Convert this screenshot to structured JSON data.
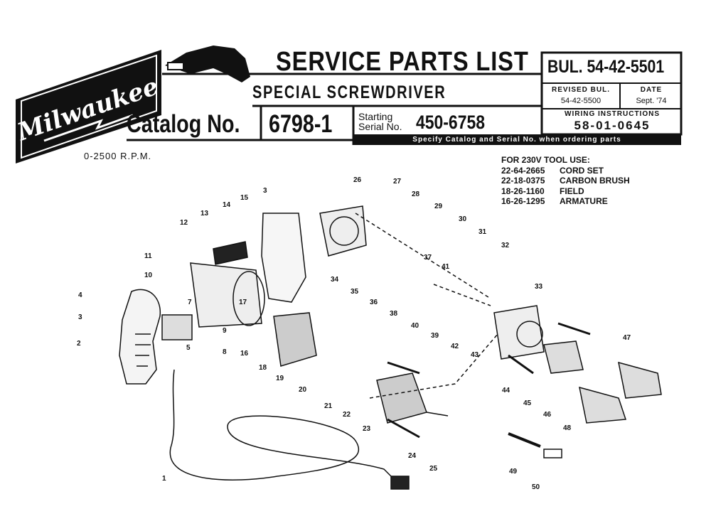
{
  "brand": "Milwaukee",
  "header": {
    "title": "SERVICE PARTS LIST",
    "subtitle": "SPECIAL SCREWDRIVER",
    "catalog_label": "Catalog No.",
    "catalog_number": "6798-1",
    "starting_label": "Starting",
    "serial_label": "Serial No.",
    "serial_number": "450-6758",
    "order_note": "Specify Catalog and Serial No. when ordering parts",
    "bulletin_label": "BUL.",
    "bulletin_number": "54-42-5501",
    "revised_label": "REVISED BUL.",
    "revised_number": "54-42-5500",
    "date_label": "DATE",
    "date_value": "Sept. '74",
    "wiring_label": "WIRING INSTRUCTIONS",
    "wiring_number": "58-01-0645"
  },
  "rpm": "0-2500 R.P.M.",
  "voltage_230": {
    "heading": "FOR 230V TOOL USE:",
    "parts": [
      {
        "number": "22-64-2665",
        "name": "CORD SET"
      },
      {
        "number": "22-18-0375",
        "name": "CARBON BRUSH"
      },
      {
        "number": "18-26-1160",
        "name": "FIELD"
      },
      {
        "number": "16-26-1295",
        "name": "ARMATURE"
      }
    ]
  },
  "callouts": [
    "1",
    "2",
    "3",
    "3",
    "4",
    "5",
    "7",
    "8",
    "9",
    "10",
    "11",
    "12",
    "13",
    "14",
    "15",
    "16",
    "17",
    "18",
    "19",
    "20",
    "21",
    "22",
    "23",
    "24",
    "25",
    "26",
    "27",
    "28",
    "29",
    "30",
    "31",
    "32",
    "33",
    "34",
    "35",
    "36",
    "37",
    "38",
    "39",
    "40",
    "41",
    "42",
    "43",
    "44",
    "45",
    "46",
    "47",
    "48",
    "49",
    "50"
  ],
  "colors": {
    "ink": "#111111",
    "paper": "#ffffff"
  }
}
